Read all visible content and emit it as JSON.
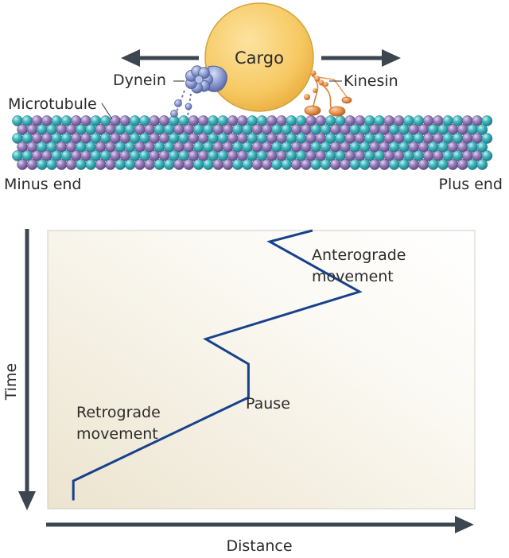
{
  "labels": {
    "cargo": "Cargo",
    "dynein": "Dynein",
    "kinesin": "Kinesin",
    "microtubule": "Microtubule",
    "minus_end": "Minus end",
    "plus_end": "Plus end",
    "anterograde_line1": "Anterograde",
    "anterograde_line2": "movement",
    "pause": "Pause",
    "retrograde_line1": "Retrograde",
    "retrograde_line2": "movement",
    "x_axis": "Distance",
    "y_axis": "Time"
  },
  "colors": {
    "cargo_fill": "#f6c861",
    "cargo_stroke": "#c99a33",
    "dynein": "#8f9fd2",
    "kinesin": "#e8924a",
    "tubulin_teal": "#42b8c0",
    "tubulin_purple": "#9a82bd",
    "trace": "#17418c",
    "axis": "#3b4650",
    "panel_bg": "#f6f1e4"
  },
  "chart_data": {
    "type": "line",
    "xlabel": "Distance",
    "ylabel": "Time",
    "series": [
      {
        "x": [
          0.06,
          0.06,
          0.47,
          0.47,
          0.37,
          0.73,
          0.52,
          0.62
        ],
        "y": [
          0.03,
          0.1,
          0.4,
          0.52,
          0.61,
          0.78,
          0.96,
          1.0
        ]
      }
    ],
    "annotations": [
      "Anterograde movement",
      "Pause",
      "Retrograde movement"
    ]
  }
}
